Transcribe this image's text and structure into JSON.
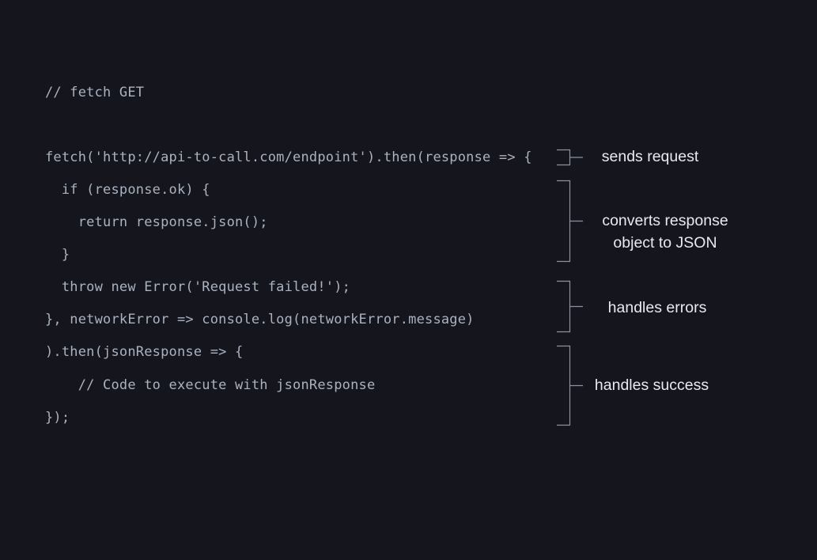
{
  "code": {
    "comment": "// fetch GET",
    "lines": [
      "fetch('http://api-to-call.com/endpoint').then(response => {",
      "  if (response.ok) {",
      "    return response.json();",
      "  }",
      "  throw new Error('Request failed!');",
      "}, networkError => console.log(networkError.message)",
      ").then(jsonResponse => {",
      "    // Code to execute with jsonResponse",
      "});"
    ]
  },
  "annotations": {
    "sends_request": "sends request",
    "converts_line1": "converts response",
    "converts_line2": "object to JSON",
    "handles_errors": "handles errors",
    "handles_success": "handles success"
  },
  "colors": {
    "background": "#15151e",
    "code_text": "#a9b3bf",
    "annotation_text": "#e7eaee",
    "bracket": "#8b93a0"
  }
}
